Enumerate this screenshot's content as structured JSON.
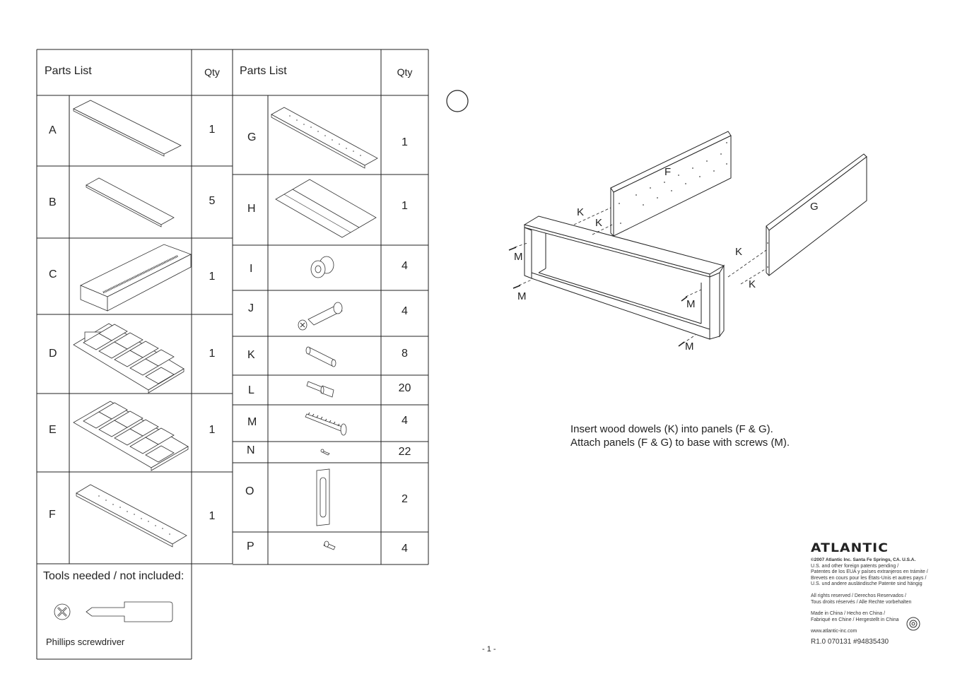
{
  "left_table": {
    "header": "Parts List",
    "qty_header": "Qty",
    "rows": [
      {
        "letter": "A",
        "qty": "1"
      },
      {
        "letter": "B",
        "qty": "5"
      },
      {
        "letter": "C",
        "qty": "1"
      },
      {
        "letter": "D",
        "qty": "1"
      },
      {
        "letter": "E",
        "qty": "1"
      },
      {
        "letter": "F",
        "qty": "1"
      }
    ]
  },
  "right_table": {
    "header": "Parts List",
    "qty_header": "Qty",
    "rows": [
      {
        "letter": "G",
        "qty": "1"
      },
      {
        "letter": "H",
        "qty": "1"
      },
      {
        "letter": "I",
        "qty": "4"
      },
      {
        "letter": "J",
        "qty": "4"
      },
      {
        "letter": "K",
        "qty": "8"
      },
      {
        "letter": "L",
        "qty": "20"
      },
      {
        "letter": "M",
        "qty": "4"
      },
      {
        "letter": "N",
        "qty": "22"
      },
      {
        "letter": "O",
        "qty": "2"
      },
      {
        "letter": "P",
        "qty": "4"
      }
    ]
  },
  "tools": {
    "title": "Tools needed / not included:",
    "caption": "Phillips screwdriver"
  },
  "diagram": {
    "labels": {
      "F": "F",
      "G": "G",
      "K": "K",
      "M": "M"
    }
  },
  "instructions": {
    "line1": "Insert wood dowels (K) into panels (F & G).",
    "line2": "Attach panels (F & G) to base with screws (M)."
  },
  "page_number": "- 1 -",
  "footer": {
    "brand": "ATLANTIC",
    "copyright": "©2007 Atlantic Inc.  Santa Fe Springs, CA. U.S.A.",
    "patents": [
      "U.S. and other foreign patents pending /",
      "Patentes de los EUA y países extranjeros en trámite /",
      "Brevets en cours pour les États-Unis et autres pays /",
      "U.S. und andere ausländische Patente sind hängig"
    ],
    "rights": [
      "All rights reserved / Derechos Reservados /",
      "Tous droits réservés / Alle Rechte vorbehalten"
    ],
    "made_in": [
      "Made in China / Hecho en China /",
      "Fabriqué en Chine / Hergestellt in China"
    ],
    "website": "www.atlantic-inc.com",
    "revision": "R1.0 070131  #94835430"
  }
}
